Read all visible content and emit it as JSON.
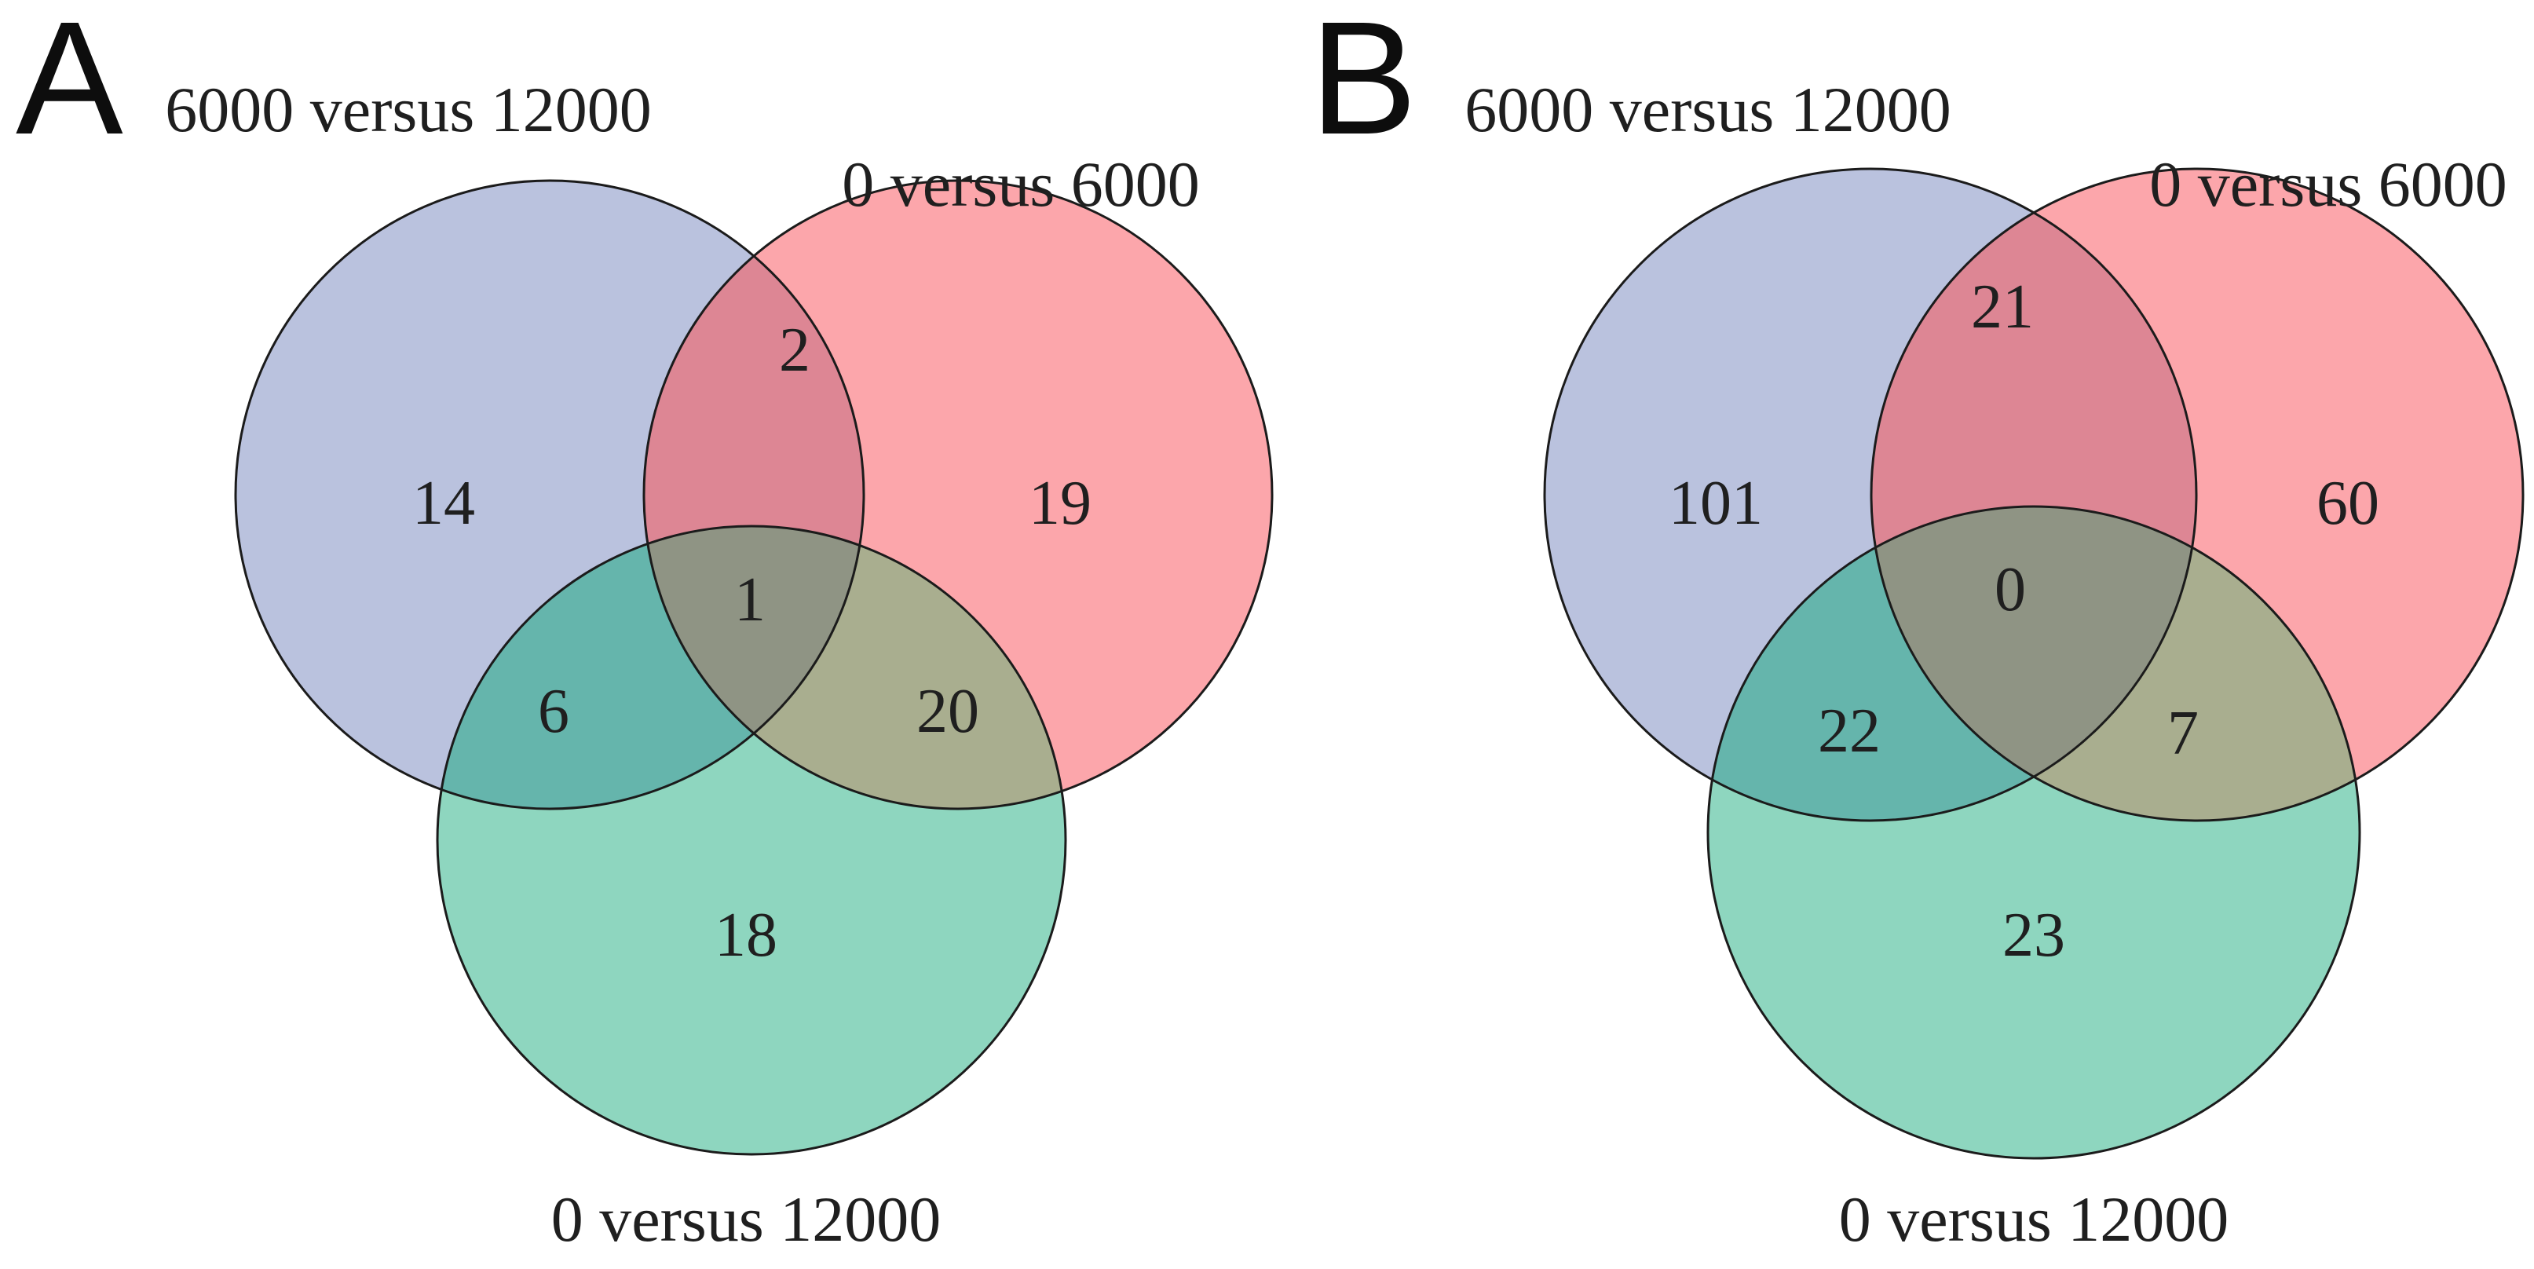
{
  "colors": {
    "blue_fill": "#bac2de",
    "red_fill": "#fca6ab",
    "green_fill": "#8ed6bf",
    "blue_red_fill": "#dd8694",
    "blue_green_fill": "#65b5ac",
    "red_green_fill": "#a9ae8f",
    "triple_fill": "#8f9484"
  },
  "panel_a": {
    "letter": "A",
    "labels": {
      "blue": "6000 versus 12000",
      "red": "0 versus 6000",
      "green": "0 versus 12000"
    },
    "counts": {
      "blue_only": 14,
      "red_only": 19,
      "green_only": 18,
      "blue_red": 2,
      "blue_green": 6,
      "red_green": 20,
      "all_three": 1
    }
  },
  "panel_b": {
    "letter": "B",
    "labels": {
      "blue": "6000 versus 12000",
      "red": "0 versus 6000",
      "green": "0 versus 12000"
    },
    "counts": {
      "blue_only": 101,
      "red_only": 60,
      "green_only": 23,
      "blue_red": 21,
      "blue_green": 22,
      "red_green": 7,
      "all_three": 0
    }
  }
}
